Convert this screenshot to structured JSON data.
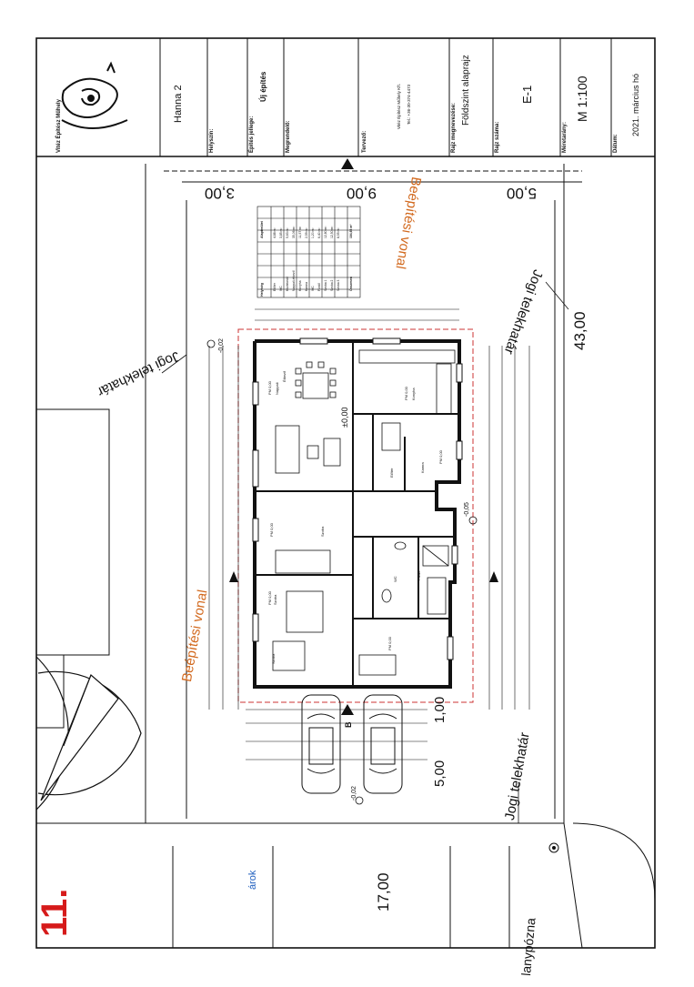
{
  "page_number": "11.",
  "title_block": {
    "company_logo_text": "Vitéz Építész Műhely",
    "location_label": "Helyszín:",
    "location_value": "Hanna 2",
    "build_type_label": "Építés jellege:",
    "build_type_value": "Új építés",
    "client_label": "Megrendelő:",
    "designer_label": "Tervező:",
    "designer_line1": "Vitéz Építész Műhely Kft.",
    "designer_line2": "Tel.: +36-30-374-4473",
    "drawing_name_label": "Rajz megnevezése:",
    "drawing_name_value": "Földszint alaprajz",
    "drawing_number_label": "Rajz száma:",
    "drawing_number_value": "E-1",
    "scale_label": "Méretarány:",
    "scale_value": "M 1:100",
    "date_label": "Dátum:",
    "date_value": "2021. március hó"
  },
  "site_labels": {
    "legal_boundary": "Jogi telekhatár",
    "building_line": "Beépítési vonal",
    "ditch": "árok",
    "lamp_post": "lanypózna"
  },
  "dimensions": {
    "top_left": "3,00",
    "top_middle": "9,00",
    "top_right": "5,00",
    "lot_length": "43,00",
    "lot_width": "17,00",
    "gap": "1,00",
    "parking": "5,00"
  },
  "markers": {
    "section": "B"
  },
  "room_table": {
    "headers": [
      "Helyiség",
      "Alapterület"
    ],
    "rows": [
      [
        "Előtér",
        "4,88 m²"
      ],
      [
        "WC",
        "3,85 m²"
      ],
      [
        "Közlekedő",
        "5,63 m²"
      ],
      [
        "Nappali-étkező",
        "35,06 m²"
      ],
      [
        "Konyha",
        "11,57 m²"
      ],
      [
        "Kamra",
        "2,59 m²"
      ],
      [
        "WC",
        "1,20 m²"
      ],
      [
        "Fürdő",
        "6,40 m²"
      ],
      [
        "Szoba 1",
        "12,80 m²"
      ],
      [
        "Szoba 2",
        "12,50 m²"
      ],
      [
        "Szoba 3",
        "8,55 m²"
      ],
      [
        "Összesen",
        "104,63 m²"
      ]
    ]
  },
  "rooms": [
    {
      "name": "Nappali",
      "area": "PM 0,00"
    },
    {
      "name": "Étkező",
      "area": "PM 0,00"
    },
    {
      "name": "Konyha",
      "area": "PM 0,00"
    },
    {
      "name": "Szoba",
      "area": "PM 0,00"
    },
    {
      "name": "Szoba",
      "area": "PM 0,00"
    },
    {
      "name": "Szoba",
      "area": "PM 0,00"
    },
    {
      "name": "Fürdő",
      "area": "PM 0,00"
    },
    {
      "name": "WC",
      "area": "PM 0,00"
    },
    {
      "name": "Előtér",
      "area": "PM 0,00"
    },
    {
      "name": "Kamra",
      "area": "PM 0,00"
    }
  ],
  "levels": {
    "ground": "±0,00",
    "outside1": "-0,02",
    "outside2": "-0,05",
    "outside3": "-0,02"
  },
  "colors": {
    "line": "#111111",
    "accent": "#d2691e",
    "blue": "#1f5fbf",
    "red": "#d61a1a"
  }
}
